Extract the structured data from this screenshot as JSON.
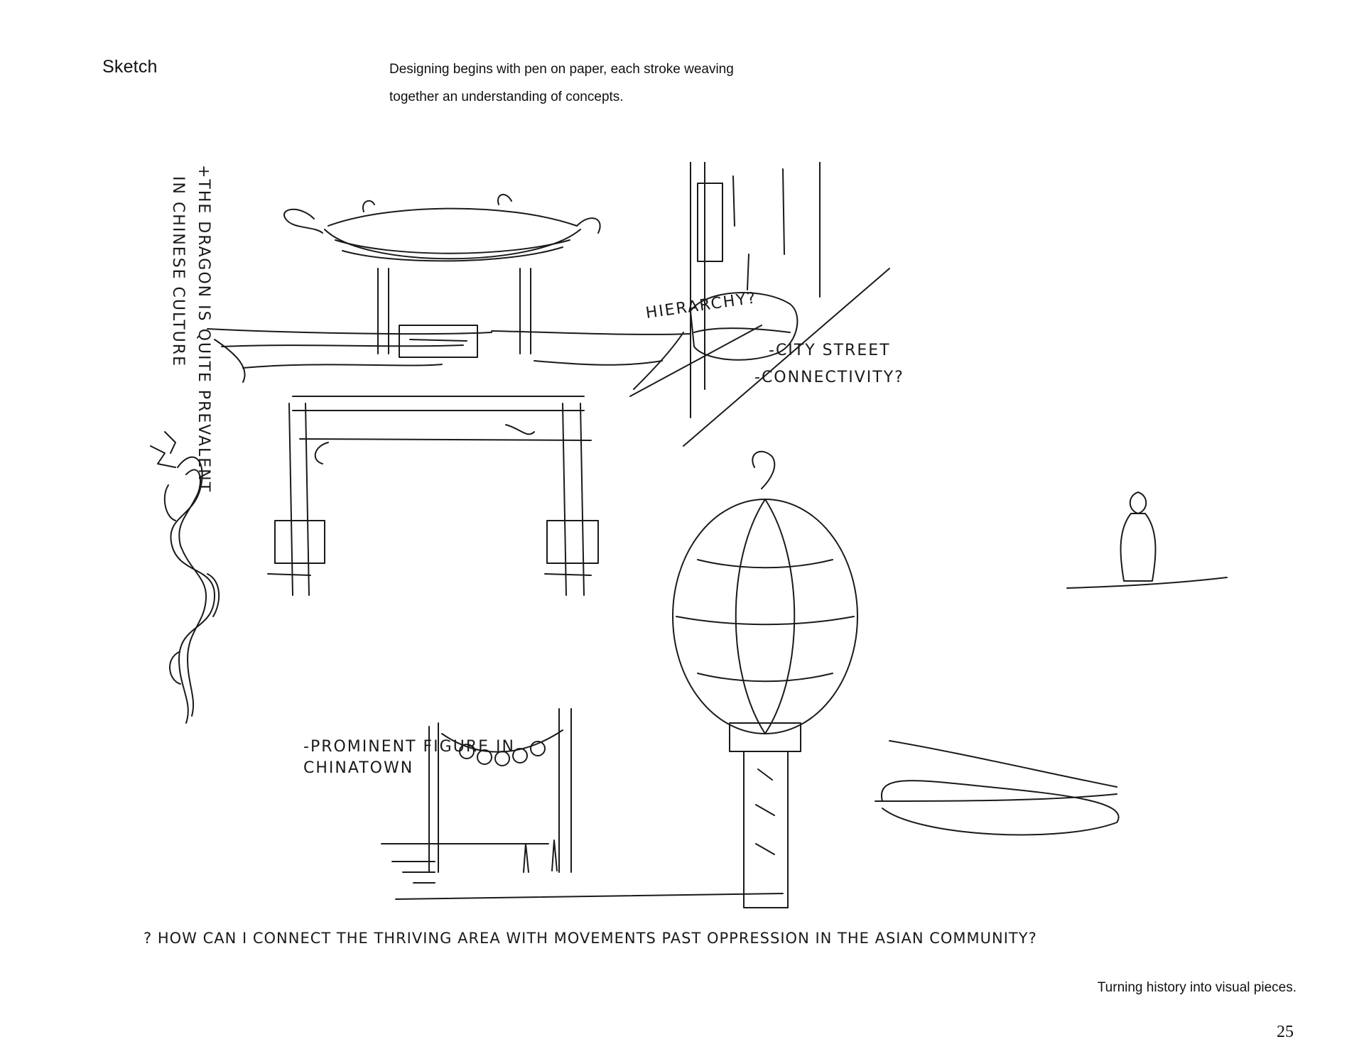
{
  "header": {
    "section_title": "Sketch",
    "intro_line_1": "Designing begins with pen on paper, each stroke weaving",
    "intro_line_2": "together an understanding of concepts."
  },
  "sketch": {
    "notes": {
      "dragon": "+THE DRAGON IS QUITE PREVALENT",
      "culture": "IN CHINESE CULTURE",
      "hierarchy": "HIERARCHY?",
      "city_street": "-CITY STREET",
      "connectivity": "-CONNECTIVITY?",
      "prominent_1": "-PROMINENT FIGURE IN",
      "prominent_2": "CHINATOWN",
      "question": "? HOW CAN I CONNECT THE THRIVING AREA WITH MOVEMENTS PAST OPPRESSION IN THE ASIAN COMMUNITY?"
    }
  },
  "footer": {
    "caption": "Turning history into visual pieces.",
    "page_number": "25"
  }
}
